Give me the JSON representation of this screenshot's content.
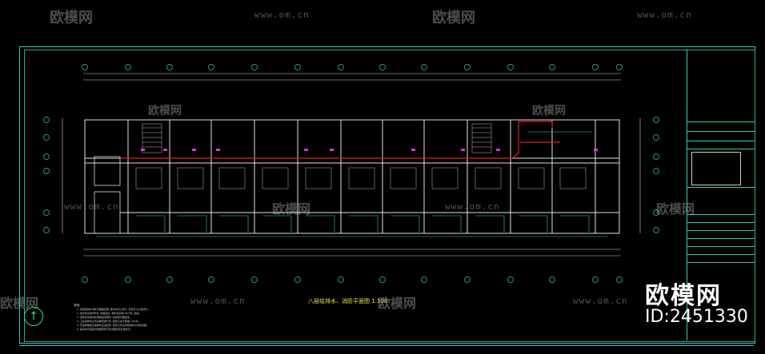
{
  "watermark": {
    "brand": "欧模网",
    "url": "www.om.cn",
    "id_label": "ID:2451330"
  },
  "drawing": {
    "title": "八层给排水、消防平面图 1:100",
    "notes_label": "说明:",
    "notes": [
      "1. 本层给排水消防平面图说明, 图中标高以米计, 管道尺寸以毫米计。",
      "2. 给水管采用PPR管, 热熔连接; 排水管采用UPVC管, 粘接。",
      "3. 消防管采用内外壁热镀锌钢管, 丝扣或沟槽连接。",
      "4. 卫生间排水立管设伸顶通气管, 检查口设于距地1.0m处。",
      "5. 管道穿楼板及墙体处应设套管, 套管与管道间隙用防火材料封堵。",
      "6. 其余未尽事宜均按国家现行有关规范及标准执行。"
    ]
  },
  "title_block": {
    "rows": [
      "",
      "",
      "",
      "",
      "",
      "",
      "",
      "",
      "",
      "",
      "",
      ""
    ]
  },
  "colors": {
    "frame": "#3cc7b8",
    "wall": "#e0e0e0",
    "axis": "#2ee07a",
    "pipe_red": "#e02020",
    "magenta": "#e030e0",
    "title_yellow": "#f2e24a"
  },
  "icons": [
    "north-arrow-icon"
  ]
}
